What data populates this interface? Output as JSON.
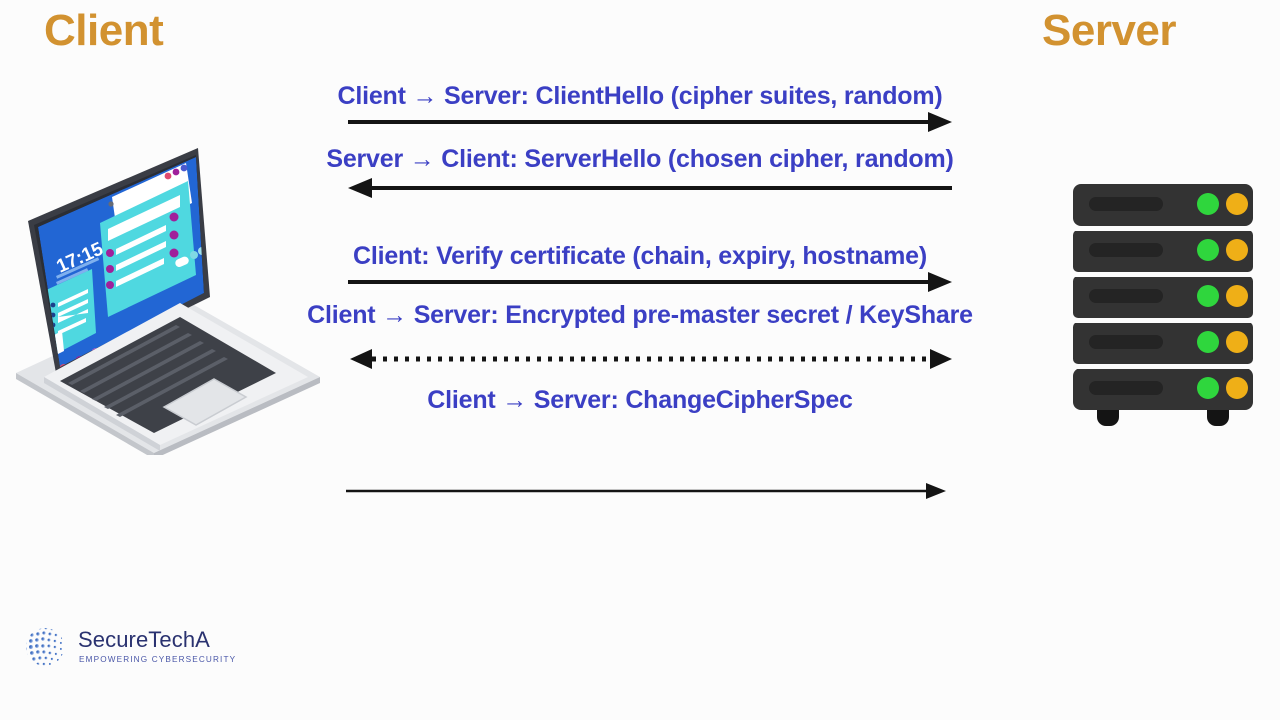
{
  "diagram": {
    "title_client": "Client",
    "title_server": "Server",
    "accent_color": "#d29230",
    "text_color": "#3b3fc4",
    "arrow_color": "#141414",
    "background": "#fcfcfc"
  },
  "messages": [
    {
      "text": "Client → Server: ClientHello (cipher suites, random)",
      "direction": "right",
      "style": "solid"
    },
    {
      "text": "Server → Client: ServerHello (chosen cipher, random)",
      "direction": "left",
      "style": "solid"
    },
    {
      "text": "Client: Verify certificate (chain, expiry, hostname)",
      "direction": "right",
      "style": "solid"
    },
    {
      "text": "Client → Server: Encrypted pre-master secret / KeyShare",
      "direction": "both",
      "style": "dotted"
    },
    {
      "text": "Client → Server: ChangeCipherSpec",
      "direction": "right",
      "style": "solid-thin"
    }
  ],
  "laptop": {
    "clock": "17:15",
    "screen_color": "#2266d4",
    "panel_color": "#4fd8e0",
    "body_color": "#d8dade"
  },
  "server": {
    "unit_count": 5,
    "chassis_color": "#333333",
    "led_green": "#2fd63d",
    "led_amber": "#efaf17"
  },
  "logo": {
    "name": "SecureTechA",
    "tagline": "EMPOWERING CYBERSECURITY",
    "mark": "halftone-globe-icon"
  }
}
